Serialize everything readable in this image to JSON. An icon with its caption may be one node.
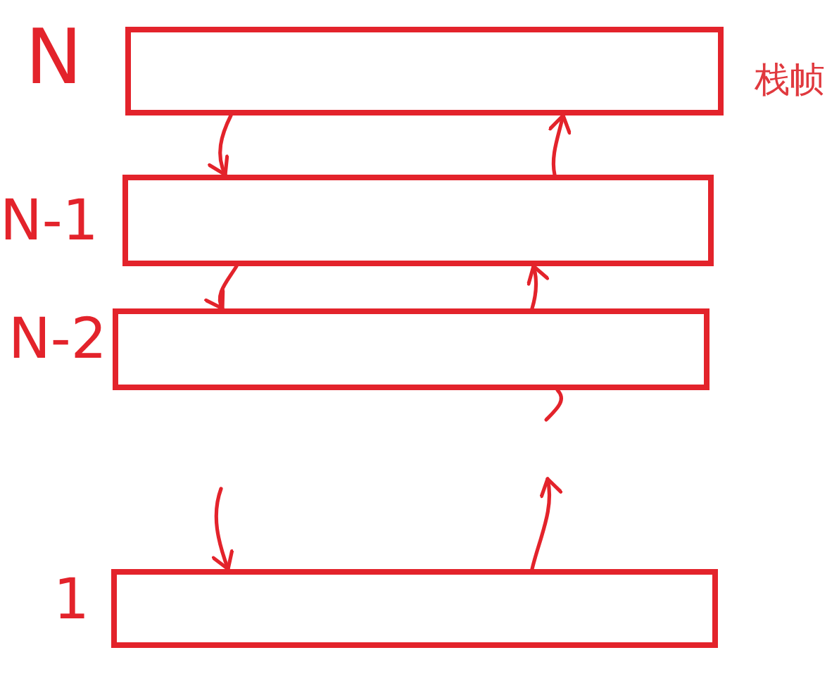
{
  "diagram": {
    "nodes": [
      {
        "text": [],
        "shape": "box",
        "beside": [
          "N"
        ]
      },
      {
        "text": [],
        "shape": "box",
        "beside": [
          "N-1"
        ]
      },
      {
        "text": [],
        "shape": "box",
        "beside": [
          "N-2"
        ]
      },
      {
        "text": [],
        "shape": "box",
        "beside": [
          "1"
        ]
      }
    ],
    "edges": [
      {
        "from": 0,
        "to": 1,
        "arrow": "to"
      },
      {
        "from": 1,
        "to": 2,
        "arrow": "to"
      },
      {
        "from": null,
        "to": 3,
        "arrow": "to"
      },
      {
        "from": 3,
        "to": null,
        "arrow": "to"
      },
      {
        "from": null,
        "to": 2,
        "arrow": "none"
      },
      {
        "from": 2,
        "to": 1,
        "arrow": "to"
      },
      {
        "from": 1,
        "to": 0,
        "arrow": "to"
      }
    ],
    "labels": [
      "栈帧"
    ]
  }
}
